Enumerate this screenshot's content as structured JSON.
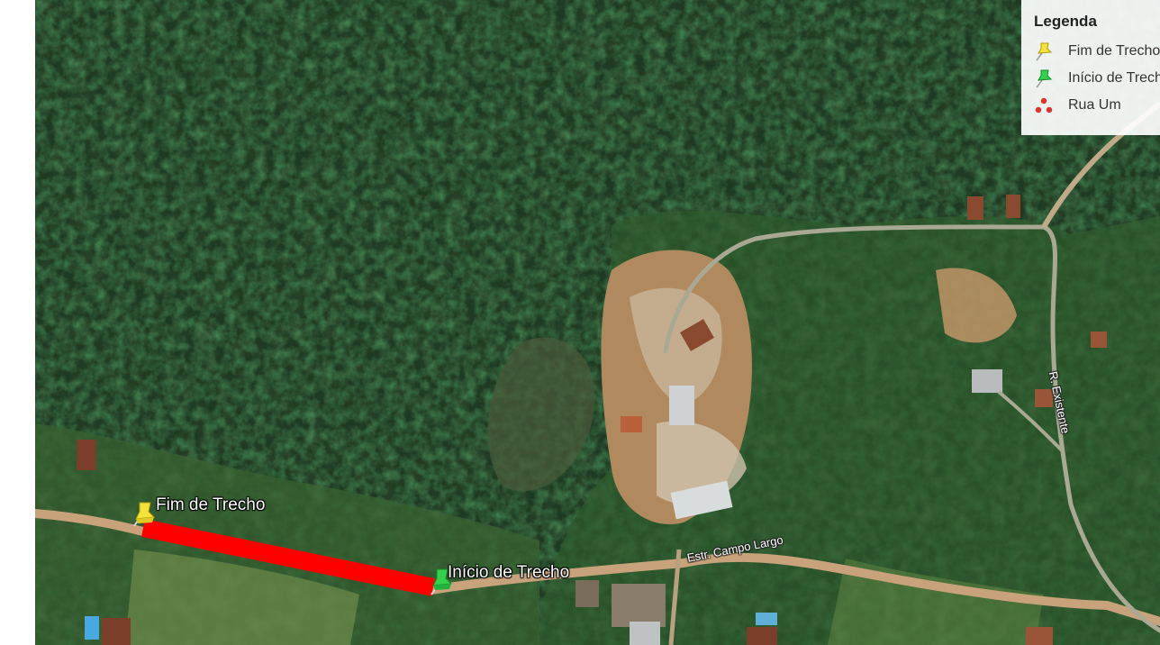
{
  "legend": {
    "title": "Legenda",
    "items": [
      {
        "label": "Fim de Trecho",
        "icon": "yellow-pushpin-icon",
        "color": "#f5e23a"
      },
      {
        "label": "Início de Trecho",
        "icon": "green-pushpin-icon",
        "color": "#2fd24a"
      },
      {
        "label": "Rua Um",
        "icon": "red-dots-icon",
        "color": "#e0322a"
      }
    ]
  },
  "markers": {
    "end": {
      "label": "Fim de Trecho",
      "color": "#f5e23a"
    },
    "start": {
      "label": "Início de Trecho",
      "color": "#2fd24a"
    }
  },
  "roads": {
    "main": "Estr. Campo Largo",
    "side": "R. Existente"
  },
  "route": {
    "color": "#ff0000"
  }
}
